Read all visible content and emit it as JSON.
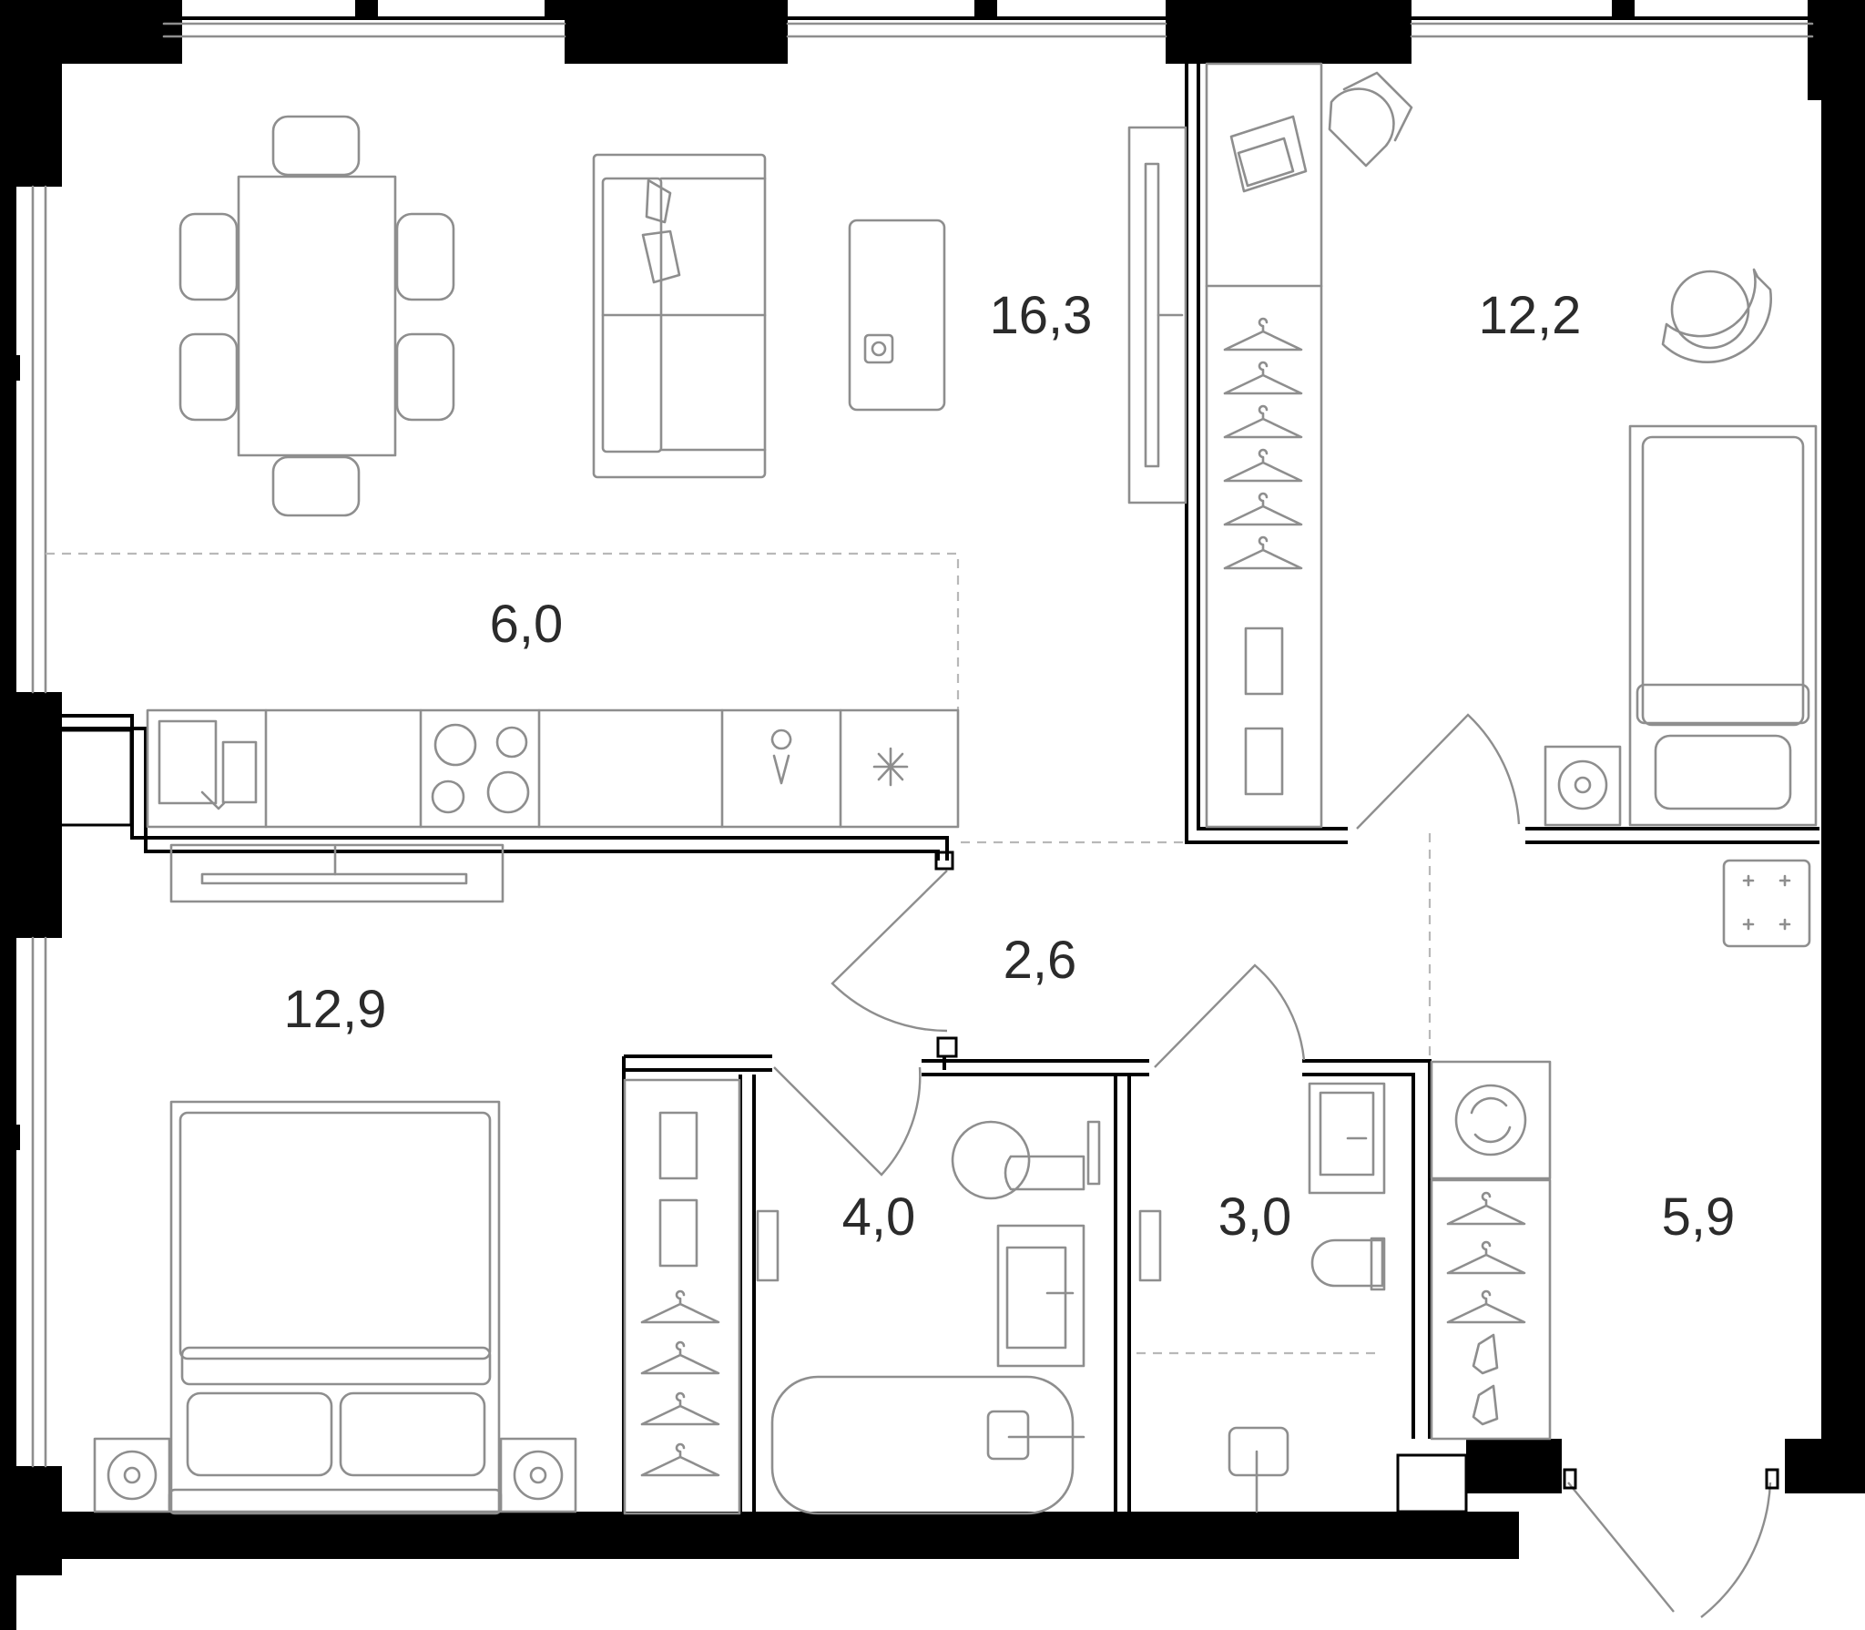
{
  "plan": {
    "rooms": [
      {
        "id": "living",
        "area": "16,3"
      },
      {
        "id": "kitchen",
        "area": "6,0"
      },
      {
        "id": "bedroom-right",
        "area": "12,2"
      },
      {
        "id": "hall",
        "area": "2,6"
      },
      {
        "id": "bedroom-left",
        "area": "12,9"
      },
      {
        "id": "bathroom",
        "area": "4,0"
      },
      {
        "id": "toilet",
        "area": "3,0"
      },
      {
        "id": "entry",
        "area": "5,9"
      }
    ],
    "colors": {
      "walls": "#000000",
      "furniture": "#8e8e8e",
      "zones": "#b8b8b8",
      "labels": "#2b2b2b",
      "background": "#ffffff"
    }
  }
}
